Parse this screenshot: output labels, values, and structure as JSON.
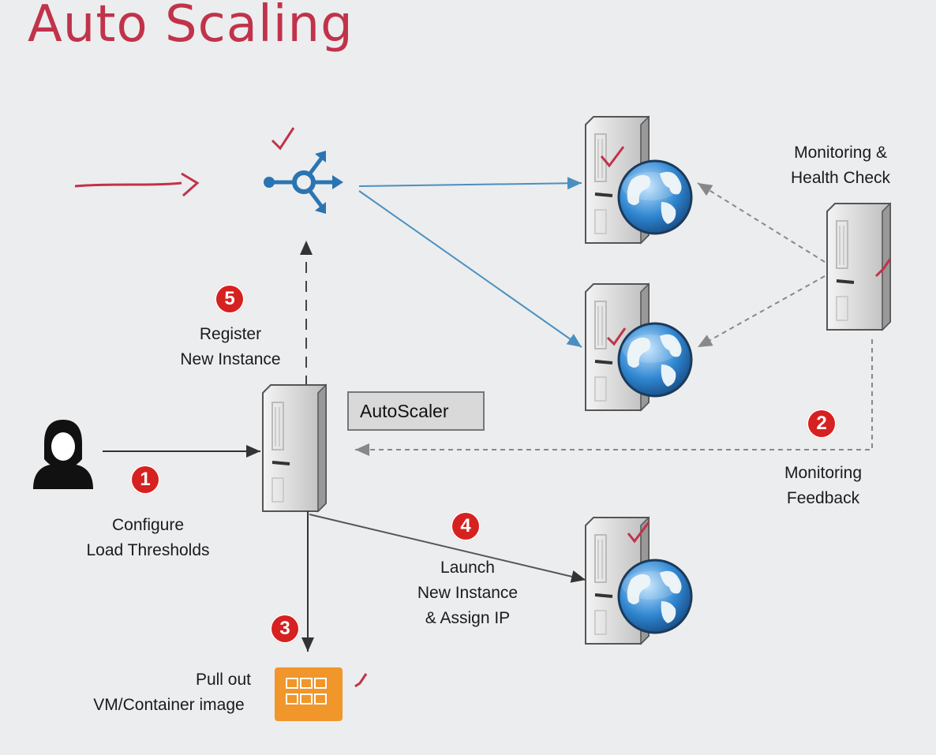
{
  "title": "Auto Scaling",
  "autoscaler_label": "AutoScaler",
  "monitoring_label": [
    "Monitoring &",
    "Health Check"
  ],
  "steps": [
    {
      "number": "1",
      "lines": [
        "Configure",
        "Load Thresholds"
      ]
    },
    {
      "number": "2",
      "lines": [
        "Monitoring",
        "Feedback"
      ]
    },
    {
      "number": "3",
      "lines": [
        "Pull out",
        "VM/Container image"
      ]
    },
    {
      "number": "4",
      "lines": [
        "Launch",
        "New Instance",
        "& Assign IP"
      ]
    },
    {
      "number": "5",
      "lines": [
        "Register",
        "New Instance"
      ]
    }
  ],
  "icons": {
    "user": "user-icon",
    "load_balancer": "load-balancer-icon",
    "autoscaler_server": "server-icon",
    "web_server": "web-server-globe-icon",
    "monitor_server": "server-icon",
    "image": "image-icon"
  },
  "colors": {
    "title": "#c0334a",
    "badge": "#d62121",
    "arrow_blue": "#4a8fc0",
    "image_orange": "#f0962a"
  }
}
